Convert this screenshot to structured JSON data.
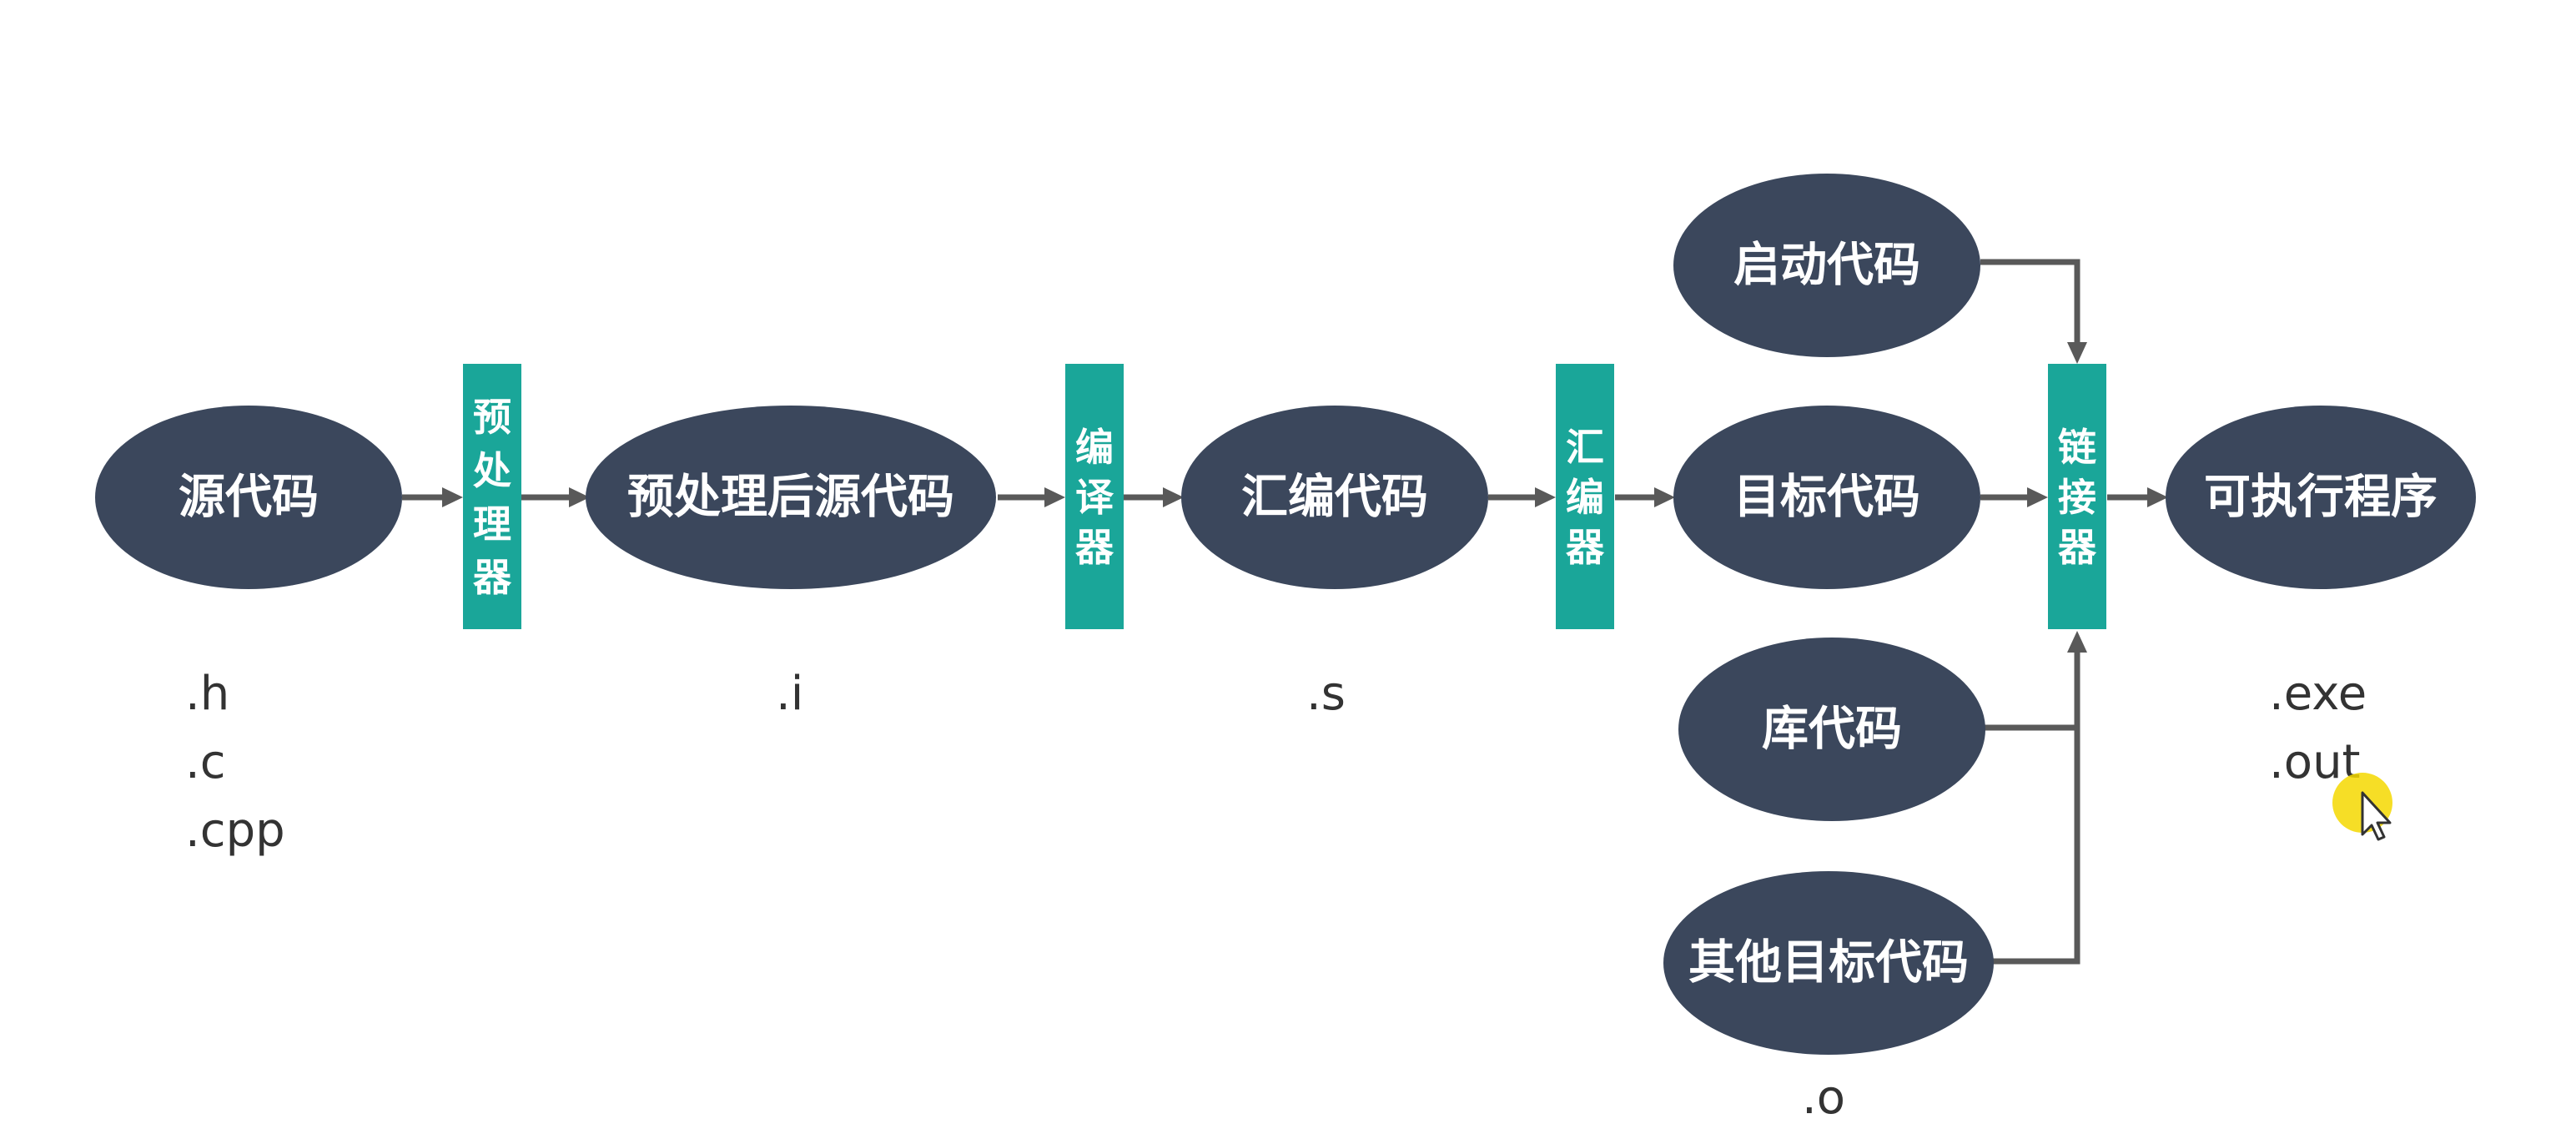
{
  "colors": {
    "node": "#3b475c",
    "tool": "#1aa699",
    "arrow": "#595959",
    "text_on_dark": "#ffffff",
    "extension_text": "#333333",
    "cursor_highlight": "#f5d800"
  },
  "nodes": {
    "source_code": "源代码",
    "preprocessed_code": "预处理后源代码",
    "assembly_code": "汇编代码",
    "object_code": "目标代码",
    "executable": "可执行程序",
    "startup_code": "启动代码",
    "library_code": "库代码",
    "other_object_code": "其他目标代码"
  },
  "tools": {
    "preprocessor": [
      "预",
      "处",
      "理",
      "器"
    ],
    "compiler": [
      "编",
      "译",
      "器"
    ],
    "assembler": [
      "汇",
      "编",
      "器"
    ],
    "linker": [
      "链",
      "接",
      "器"
    ]
  },
  "extensions": {
    "source": [
      ".h",
      ".c",
      ".cpp"
    ],
    "preprocessed": [
      ".i"
    ],
    "assembly": [
      ".s"
    ],
    "executable": [
      ".exe",
      ".out"
    ],
    "other_object": [
      ".o"
    ]
  },
  "cursor_icon": "mouse-pointer-icon"
}
